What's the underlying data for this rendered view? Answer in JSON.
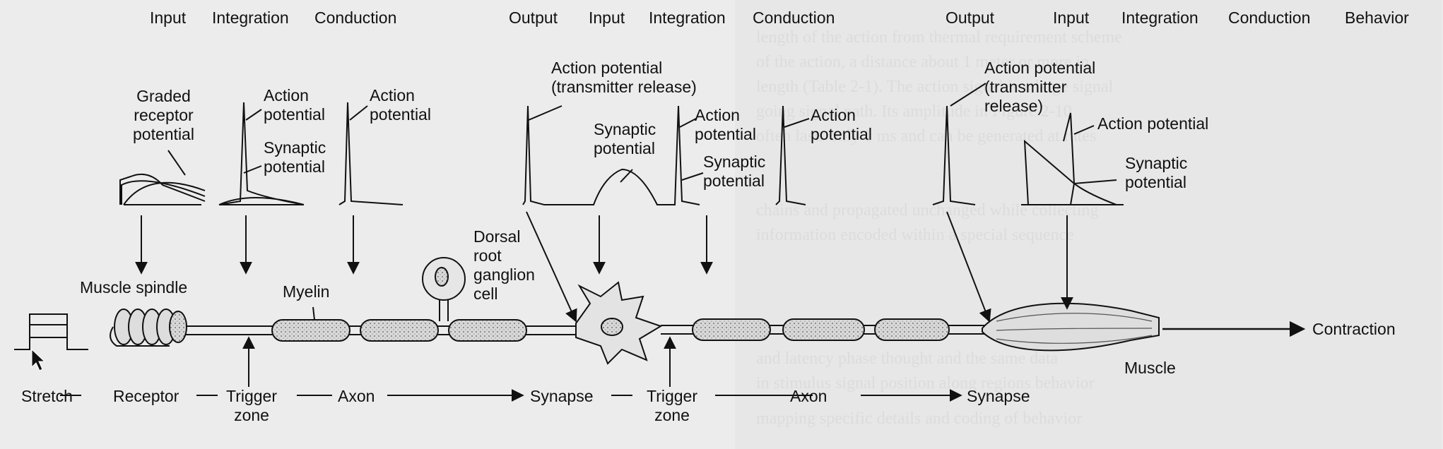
{
  "headers": {
    "h1": "Input",
    "h2": "Integration",
    "h3": "Conduction",
    "h4": "Output",
    "h5": "Input",
    "h6": "Integration",
    "h7": "Conduction",
    "h8": "Output",
    "h9": "Input",
    "h10": "Integration",
    "h11": "Conduction",
    "h12": "Behavior"
  },
  "waveform_labels": {
    "graded_receptor": "Graded\nreceptor\npotential",
    "action_potential_a": "Action\npotential",
    "synaptic_a": "Synaptic\npotential",
    "action_potential_b": "Action\npotential",
    "transmitter_a": "Action potential\n(transmitter release)",
    "synaptic_b": "Synaptic\npotential",
    "action_potential_c": "Action\npotential",
    "synaptic_c": "Synaptic\npotential",
    "action_potential_d": "Action\npotential",
    "transmitter_b": "Action potential\n(transmitter\nrelease)",
    "action_potential_e": "Action potential",
    "synaptic_d": "Synaptic\npotential"
  },
  "structure_labels": {
    "muscle_spindle": "Muscle spindle",
    "myelin": "Myelin",
    "ganglion": "Dorsal\nroot\nganglion\ncell",
    "muscle": "Muscle",
    "contraction": "Contraction"
  },
  "flow": {
    "stretch": "Stretch",
    "receptor": "Receptor",
    "trigger_zone_a": "Trigger\nzone",
    "axon_a": "Axon",
    "synapse_a": "Synapse",
    "trigger_zone_b": "Trigger\nzone",
    "axon_b": "Axon",
    "synapse_b": "Synapse"
  }
}
